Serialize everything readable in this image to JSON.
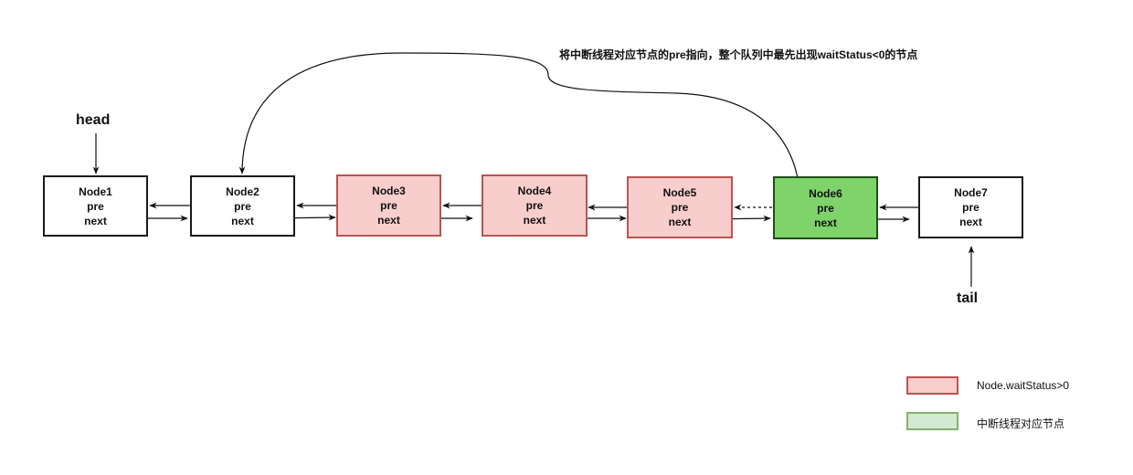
{
  "annotation": "将中断线程对应节点的pre指向，整个队列中最先出现waitStatus<0的节点",
  "pointers": {
    "head": "head",
    "tail": "tail"
  },
  "nodes": [
    {
      "name": "Node1",
      "pre": "pre",
      "next": "next",
      "state": "normal"
    },
    {
      "name": "Node2",
      "pre": "pre",
      "next": "next",
      "state": "normal"
    },
    {
      "name": "Node3",
      "pre": "pre",
      "next": "next",
      "state": "cancelled"
    },
    {
      "name": "Node4",
      "pre": "pre",
      "next": "next",
      "state": "cancelled"
    },
    {
      "name": "Node5",
      "pre": "pre",
      "next": "next",
      "state": "cancelled"
    },
    {
      "name": "Node6",
      "pre": "pre",
      "next": "next",
      "state": "interrupted"
    },
    {
      "name": "Node7",
      "pre": "pre",
      "next": "next",
      "state": "normal"
    }
  ],
  "legend": [
    {
      "label": "Node.waitStatus>0",
      "color": "#f8cecc",
      "border": "#b85450"
    },
    {
      "label": "中断线程对应节点",
      "color": "#d5e8d4",
      "border": "#82b366"
    }
  ],
  "colors": {
    "cancelled_fill": "#f8cecc",
    "cancelled_border": "#b85450",
    "interrupted_fill": "#7ed36a",
    "interrupted_border": "#1f4d14",
    "line": "#111111"
  }
}
